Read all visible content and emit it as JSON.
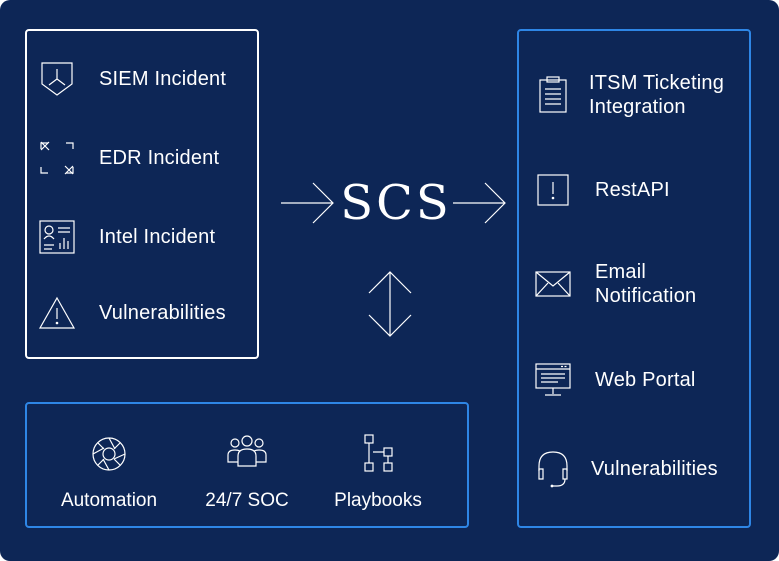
{
  "center": {
    "label": "SCS"
  },
  "sources": {
    "items": [
      {
        "label": "SIEM Incident",
        "icon": "shield-icon"
      },
      {
        "label": "EDR Incident",
        "icon": "scan-frame-icon"
      },
      {
        "label": "Intel Incident",
        "icon": "profile-chart-icon"
      },
      {
        "label": "Vulnerabilities",
        "icon": "warning-triangle-icon"
      }
    ]
  },
  "outputs": {
    "items": [
      {
        "label": "ITSM Ticketing Integration",
        "icon": "clipboard-icon"
      },
      {
        "label": "RestAPI",
        "icon": "alert-box-icon"
      },
      {
        "label": "Email Notification",
        "icon": "envelope-icon"
      },
      {
        "label": "Web Portal",
        "icon": "monitor-icon"
      },
      {
        "label": "Vulnerabilities",
        "icon": "headset-icon"
      }
    ]
  },
  "services": {
    "items": [
      {
        "label": "Automation",
        "icon": "aperture-icon"
      },
      {
        "label": "24/7 SOC",
        "icon": "team-icon"
      },
      {
        "label": "Playbooks",
        "icon": "flowchart-icon"
      }
    ]
  },
  "colors": {
    "background": "#0d2656",
    "accent": "#2e86e6",
    "foreground": "#ffffff"
  }
}
